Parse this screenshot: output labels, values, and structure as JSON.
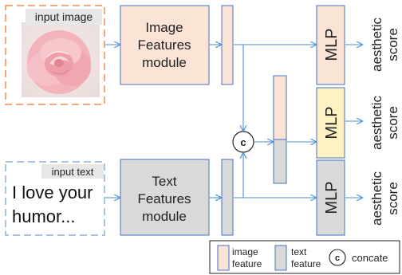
{
  "input_image": {
    "label": "input image"
  },
  "input_text": {
    "label": "input text",
    "line1": "I love your",
    "line2": "humor..."
  },
  "image_module": {
    "line1": "Image",
    "line2": "Features",
    "line3": "module"
  },
  "text_module": {
    "line1": "Text",
    "line2": "Features",
    "line3": "module"
  },
  "concat_symbol": "c",
  "mlp_top": "MLP",
  "mlp_middle": "MLP",
  "mlp_bottom": "MLP",
  "score_top": {
    "line1": "aesthetic",
    "line2": "score"
  },
  "score_middle": {
    "line1": "aesthetic",
    "line2": "score"
  },
  "score_bottom": {
    "line1": "aesthetic",
    "line2": "score"
  },
  "legend": {
    "image_feature_line1": "image",
    "image_feature_line2": "feature",
    "text_feature_line1": "text",
    "text_feature_line2": "feature",
    "concat_symbol": "c",
    "concat_label": "concate"
  },
  "colors": {
    "image_border": "#f4a87a",
    "image_fill": "#fbe3d6",
    "text_border": "#a9c4e0",
    "gray_fill": "#d9d9d9",
    "module_border": "#4472c4",
    "mlp_yellow": "#fff2c2",
    "arrow": "#4f8fd0"
  }
}
